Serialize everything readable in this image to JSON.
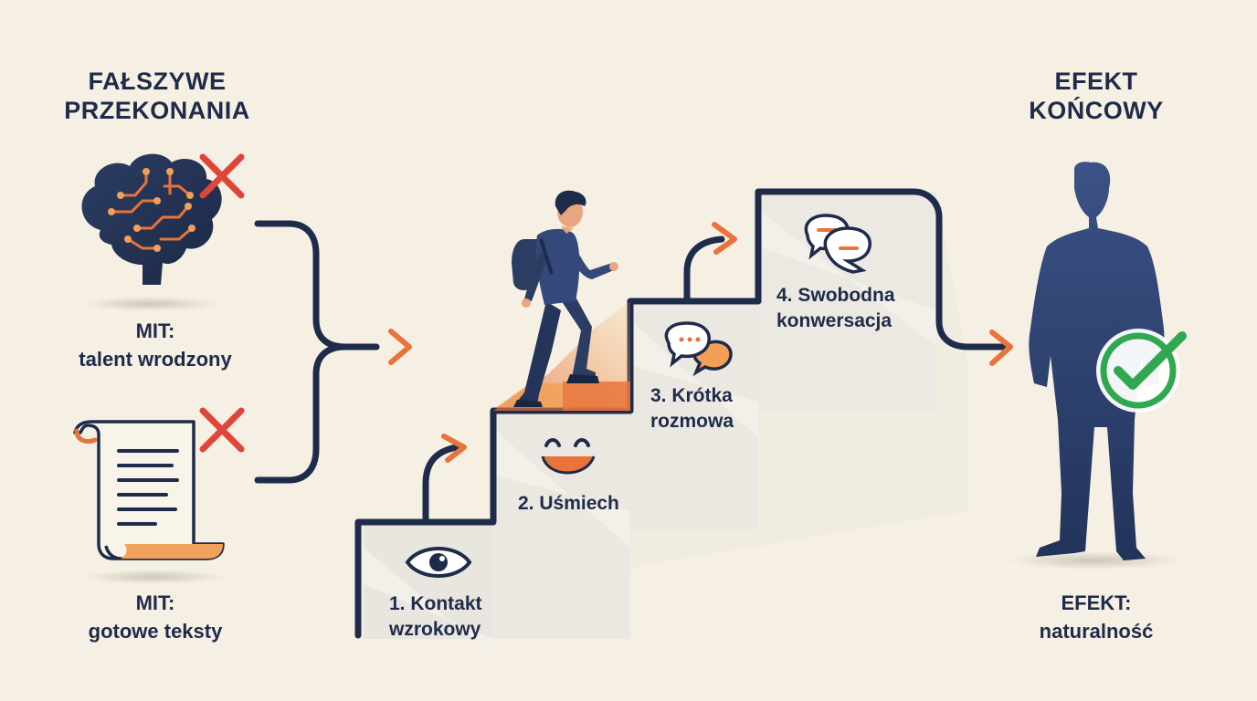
{
  "left": {
    "heading_line1": "FAŁSZYWE",
    "heading_line2": "PRZEKONANIA",
    "myth1": {
      "line1": "MIT:",
      "line2": "talent wrodzony",
      "icon": "brain-icon",
      "status_icon": "cross-icon"
    },
    "myth2": {
      "line1": "MIT:",
      "line2": "gotowe teksty",
      "icon": "scroll-icon",
      "status_icon": "cross-icon"
    }
  },
  "steps": [
    {
      "line1": "1. Kontakt",
      "line2": "wzrokowy",
      "icon": "eye-icon"
    },
    {
      "line1": "2. Uśmiech",
      "line2": "",
      "icon": "smile-icon"
    },
    {
      "line1": "3. Krótka",
      "line2": "rozmowa",
      "icon": "chat-bubbles-icon"
    },
    {
      "line1": "4. Swobodna",
      "line2": "konwersacja",
      "icon": "conversation-icon"
    }
  ],
  "right": {
    "heading_line1": "EFEKT",
    "heading_line2": "KOŃCOWY",
    "result": {
      "line1": "EFEKT:",
      "line2": "naturalność",
      "icon": "person-silhouette-icon",
      "status_icon": "check-icon"
    }
  },
  "colors": {
    "background": "#f6f0e4",
    "navy": "#1e2b4a",
    "silhouette": "#34497a",
    "accent_orange": "#e8743a",
    "cross_red": "#e0453b",
    "check_green": "#2fa84f"
  }
}
